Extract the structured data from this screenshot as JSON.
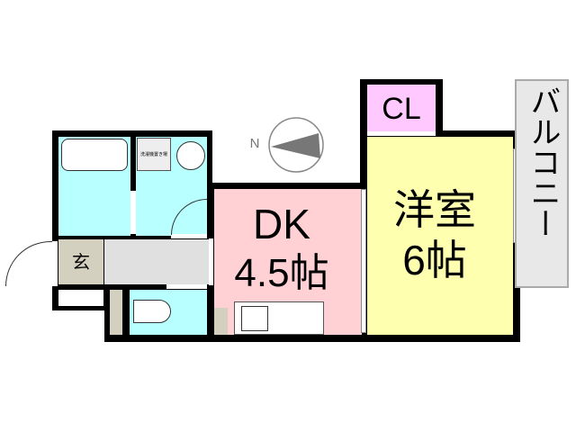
{
  "rooms": {
    "dk": {
      "name": "DK",
      "size": "4.5帖",
      "color": "#ffd0d4"
    },
    "western": {
      "name": "洋室",
      "size": "6帖",
      "color": "#ffffb0"
    },
    "closet": {
      "name": "CL",
      "color": "#ffc8ff"
    },
    "balcony": {
      "name": "バルコニー",
      "color": "#e8e8e8"
    },
    "entrance": {
      "name": "玄",
      "color": "#d4d0c0"
    },
    "bath": {
      "color": "#b8ffff"
    },
    "hallway": {
      "color": "#e0e0e0"
    },
    "washer_label": "洗濯機置き場"
  },
  "compass": {
    "label": "N"
  }
}
